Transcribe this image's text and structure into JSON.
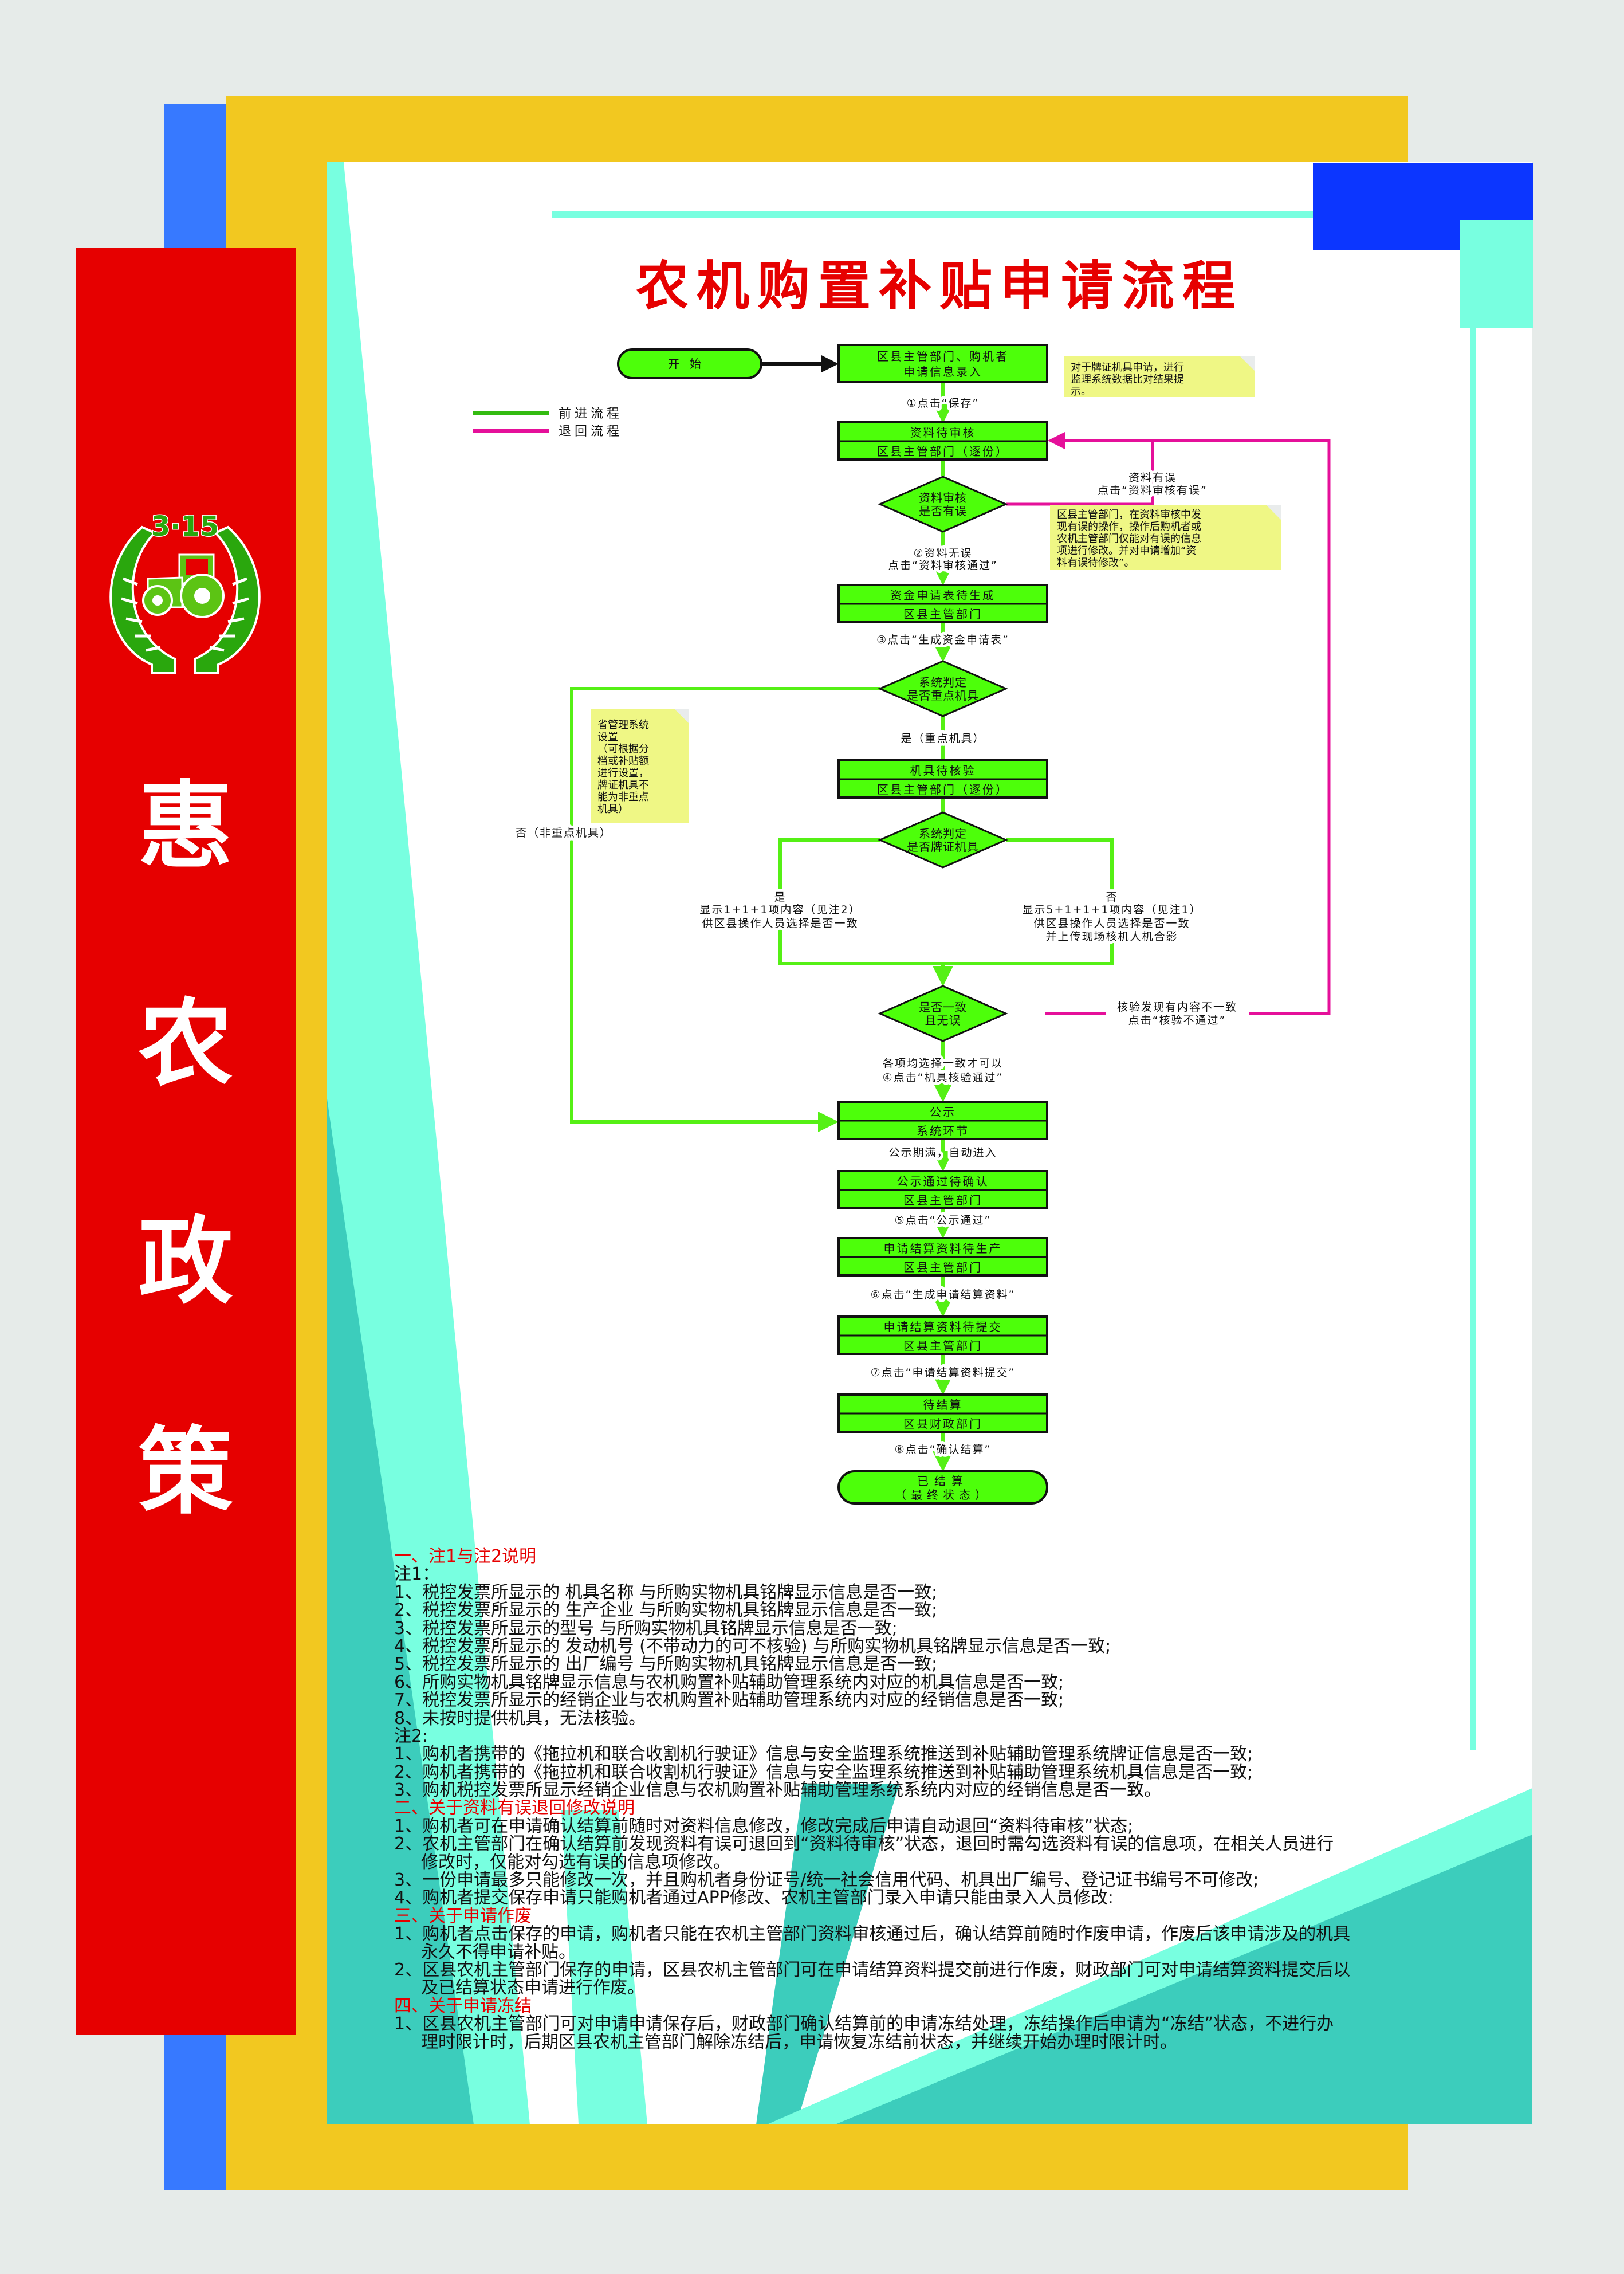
{
  "title": "农机购置补贴申请流程",
  "banner_text": [
    "惠",
    "农",
    "政",
    "策"
  ],
  "logo_text": "3·15",
  "colors": {
    "background": "#e6ebe9",
    "yellow": "#f2c820",
    "blue_strip": "#3779ff",
    "blue_square": "#0c36ff",
    "mint": "#78ffe0",
    "teal": "#3ccdbc",
    "banner_red": "#e60000",
    "box_green": "#4dff0a",
    "forward_line": "#55f015",
    "return_line": "#e5109a",
    "note_yellow": "#eff785"
  },
  "legend": {
    "forward": "前进流程",
    "return": "退回流程"
  },
  "flow": {
    "start": "开始",
    "entry_box": [
      "区县主管部门、购机者",
      "申请信息录入"
    ],
    "boxes": [
      {
        "status": "资料待审核",
        "actor": "区县主管部门（逐份）"
      },
      {
        "status": "资金申请表待生成",
        "actor": "区县主管部门"
      },
      {
        "status": "机具待核验",
        "actor": "区县主管部门（逐份）"
      },
      {
        "status": "公示",
        "actor": "系统环节"
      },
      {
        "status": "公示通过待确认",
        "actor": "区县主管部门"
      },
      {
        "status": "申请结算资料待生产",
        "actor": "区县主管部门"
      },
      {
        "status": "申请结算资料待提交",
        "actor": "区县主管部门"
      },
      {
        "status": "待结算",
        "actor": "区县财政部门"
      }
    ],
    "end": [
      "已结算",
      "（最终状态）"
    ],
    "decisions": [
      [
        "资料审核",
        "是否有误"
      ],
      [
        "系统判定",
        "是否重点机具"
      ],
      [
        "系统判定",
        "是否牌证机具"
      ],
      [
        "是否一致",
        "且无误"
      ]
    ],
    "steps": {
      "s1": "①点击“保存”",
      "s2a": "②资料无误",
      "s2b": "点击“资料审核通过”",
      "s3": "③点击“生成资金申请表”",
      "key_yes": "是（重点机具）",
      "key_no": "否（非重点机具）",
      "s4a": "各项均选择一致才可以",
      "s4b": "④点击“机具核验通过”",
      "auto": "公示期满，自动进入",
      "s5": "⑤点击“公示通过”",
      "s6": "⑥点击“生成申请结算资料”",
      "s7": "⑦点击“申请结算资料提交”",
      "s8": "⑧点击“确认结算”"
    },
    "branch_yes": [
      "是",
      "显示1+1+1项内容（见注2）",
      "供区县操作人员选择是否一致"
    ],
    "branch_no": [
      "否",
      "显示5+1+1+1项内容（见注1）",
      "供区县操作人员选择是否一致",
      "并上传现场核机人机合影"
    ],
    "return_review": [
      "资料有误",
      "点击“资料审核有误”"
    ],
    "return_verify": [
      "核验发现有内容不一致",
      "点击“核验不通过”"
    ]
  },
  "notes": {
    "plate_check": [
      "对于牌证机具申请，进行",
      "监理系统数据比对结果提",
      "示。"
    ],
    "review_error": [
      "区县主管部门，在资料审核中发",
      "现有误的操作，操作后购机者或",
      "农机主管部门仅能对有误的信息",
      "项进行修改。并对申请增加“资",
      "料有误待修改”。"
    ],
    "province_setting": [
      "省管理系统",
      "设置",
      "（可根据分",
      "档或补贴额",
      "进行设置，",
      "牌证机具不",
      "能为非重点",
      "机具）"
    ]
  },
  "explanations": [
    {
      "kind": "h",
      "text": "一、注1与注2说明"
    },
    {
      "kind": "p",
      "text": "注1："
    },
    {
      "kind": "p",
      "text": "1、税控发票所显示的 机具名称 与所购实物机具铭牌显示信息是否一致;"
    },
    {
      "kind": "p",
      "text": "2、税控发票所显示的 生产企业 与所购实物机具铭牌显示信息是否一致;"
    },
    {
      "kind": "p",
      "text": "3、税控发票所显示的型号 与所购实物机具铭牌显示信息是否一致;"
    },
    {
      "kind": "p",
      "text": "4、税控发票所显示的 发动机号 (不带动力的可不核验) 与所购实物机具铭牌显示信息是否一致;"
    },
    {
      "kind": "p",
      "text": "5、税控发票所显示的 出厂编号 与所购实物机具铭牌显示信息是否一致;"
    },
    {
      "kind": "p",
      "text": "6、所购实物机具铭牌显示信息与农机购置补贴辅助管理系统内对应的机具信息是否一致;"
    },
    {
      "kind": "p",
      "text": "7、税控发票所显示的经销企业与农机购置补贴辅助管理系统内对应的经销信息是否一致;"
    },
    {
      "kind": "p",
      "text": "8、未按时提供机具，无法核验。"
    },
    {
      "kind": "p",
      "text": "注2:"
    },
    {
      "kind": "p",
      "text": "1、购机者携带的《拖拉机和联合收割机行驶证》信息与安全监理系统推送到补贴辅助管理系统牌证信息是否一致;"
    },
    {
      "kind": "p",
      "text": "2、购机者携带的《拖拉机和联合收割机行驶证》信息与安全监理系统推送到补贴辅助管理系统机具信息是否一致;"
    },
    {
      "kind": "p",
      "text": "3、购机税控发票所显示经销企业信息与农机购置补贴辅助管理系统系统内对应的经销信息是否一致。"
    },
    {
      "kind": "h",
      "text": "二、关于资料有误退回修改说明"
    },
    {
      "kind": "p",
      "text": "1、购机者可在申请确认结算前随时对资料信息修改，修改完成后申请自动退回“资料待审核”状态;"
    },
    {
      "kind": "p",
      "text": "2、农机主管部门在确认结算前发现资料有误可退回到“资料待审核”状态，退回时需勾选资料有误的信息项，在相关人员进行"
    },
    {
      "kind": "c",
      "text": "修改时，仅能对勾选有误的信息项修改。"
    },
    {
      "kind": "p",
      "text": "3、一份申请最多只能修改一次，并且购机者身份证号/统一社会信用代码、机具出厂编号、登记证书编号不可修改;"
    },
    {
      "kind": "p",
      "text": "4、购机者提交保存申请只能购机者通过APP修改、农机主管部门录入申请只能由录入人员修改:"
    },
    {
      "kind": "h",
      "text": "三、关于申请作废"
    },
    {
      "kind": "p",
      "text": "1、购机者点击保存的申请，购机者只能在农机主管部门资料审核通过后，确认结算前随时作废申请，作废后该申请涉及的机具"
    },
    {
      "kind": "c",
      "text": "永久不得申请补贴。"
    },
    {
      "kind": "p",
      "text": "2、区县农机主管部门保存的申请，区县农机主管部门可在申请结算资料提交前进行作废，财政部门可对申请结算资料提交后以"
    },
    {
      "kind": "c",
      "text": "及已结算状态申请进行作废。"
    },
    {
      "kind": "h",
      "text": "四、关于申请冻结"
    },
    {
      "kind": "p",
      "text": "1、区县农机主管部门可对申请申请保存后，财政部门确认结算前的申请冻结处理，冻结操作后申请为“冻结”状态，不进行办"
    },
    {
      "kind": "c",
      "text": "理时限计时，后期区县农机主管部门解除冻结后，申请恢复冻结前状态，并继续开始办理时限计时。"
    }
  ]
}
